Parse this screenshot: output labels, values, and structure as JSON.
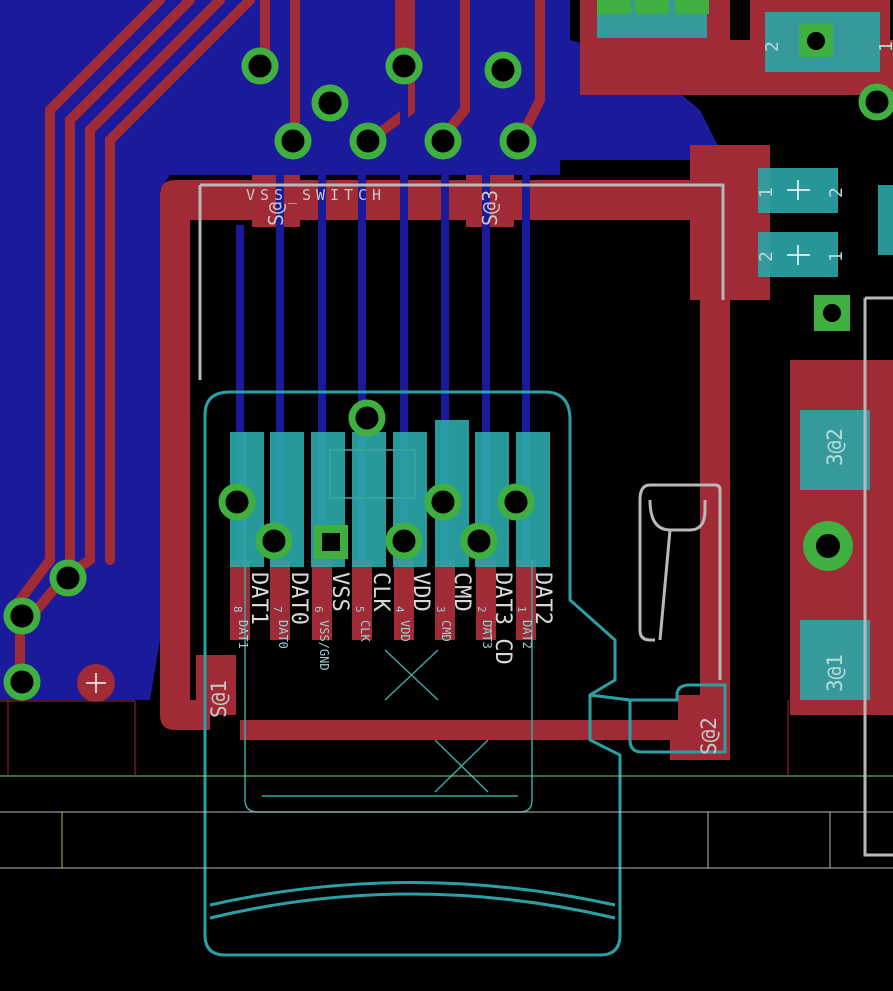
{
  "colors": {
    "background": "#000000",
    "bottom_copper": "#1a1a9a",
    "top_copper": "#a02a35",
    "pad_cyan": "#2aa6a8",
    "via_ring": "#3fb040",
    "outline_cyan": "#2aa0a6",
    "silk_gray": "#b8b8b8",
    "guide_green": "#6fdc6f",
    "guide_yellow": "#b8b850"
  },
  "labels": {
    "vss_switch": "VSS_SWITCH",
    "s0_left": "S@",
    "s0_right": "S@3",
    "s1": "S@1",
    "s2": "S@2",
    "p3_1": "3@1",
    "p3_2": "3@2",
    "hdr_2": "2",
    "hdr_1": "1"
  },
  "pins": [
    {
      "big": "DAT1",
      "small": "DAT1"
    },
    {
      "big": "DAT0",
      "small": "DAT0"
    },
    {
      "big": "VSS",
      "small": "VSS/GND"
    },
    {
      "big": "CLK",
      "small": "CLK"
    },
    {
      "big": "VDD",
      "small": "VDD"
    },
    {
      "big": "CMD",
      "small": "CMD"
    },
    {
      "big": "DAT3_CD",
      "small": "DAT3"
    },
    {
      "big": "DAT2",
      "small": "DAT2"
    }
  ],
  "pin_numbers": [
    "8",
    "7",
    "6",
    "5",
    "4",
    "3",
    "2",
    "1"
  ],
  "small_pad_labels": [
    "1",
    "2",
    "2",
    "1"
  ]
}
